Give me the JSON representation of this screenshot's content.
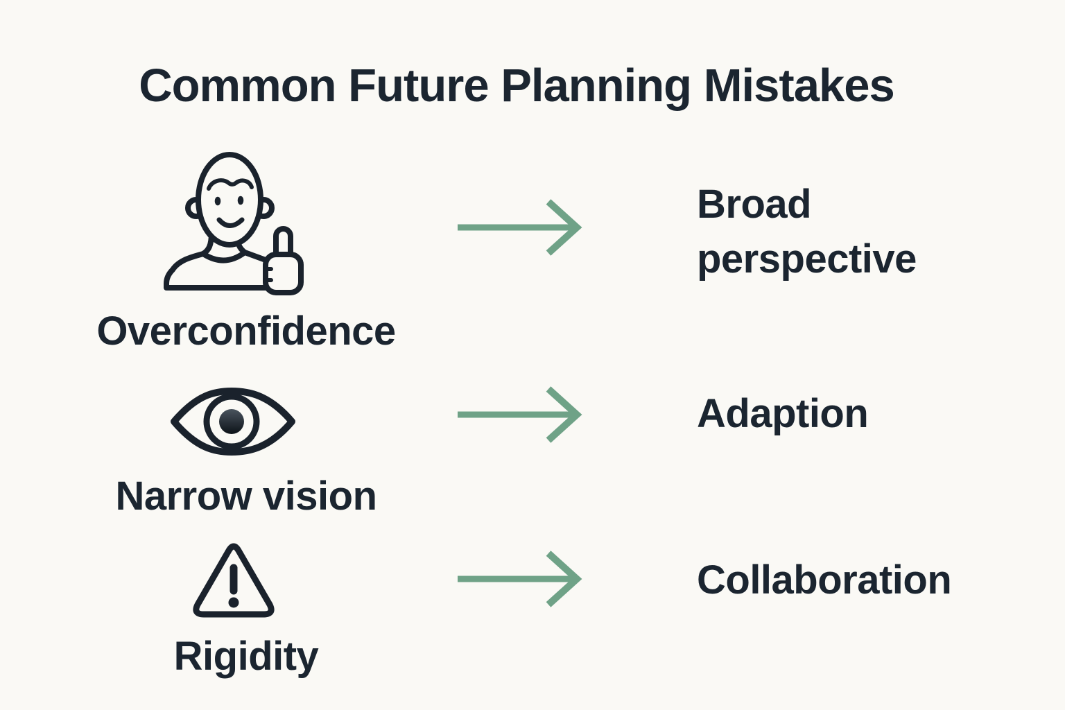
{
  "title": "Common Future Planning Mistakes",
  "colors": {
    "background": "#faf9f5",
    "text": "#1b2530",
    "arrow": "#6fa287",
    "icon_stroke": "#1a222c"
  },
  "rows": [
    {
      "icon": "person-thumbs-up-icon",
      "mistake": "Overconfidence",
      "solution": "Broad perspective"
    },
    {
      "icon": "eye-icon",
      "mistake": "Narrow vision",
      "solution": "Adaption"
    },
    {
      "icon": "warning-triangle-icon",
      "mistake": "Rigidity",
      "solution": "Collaboration"
    }
  ]
}
